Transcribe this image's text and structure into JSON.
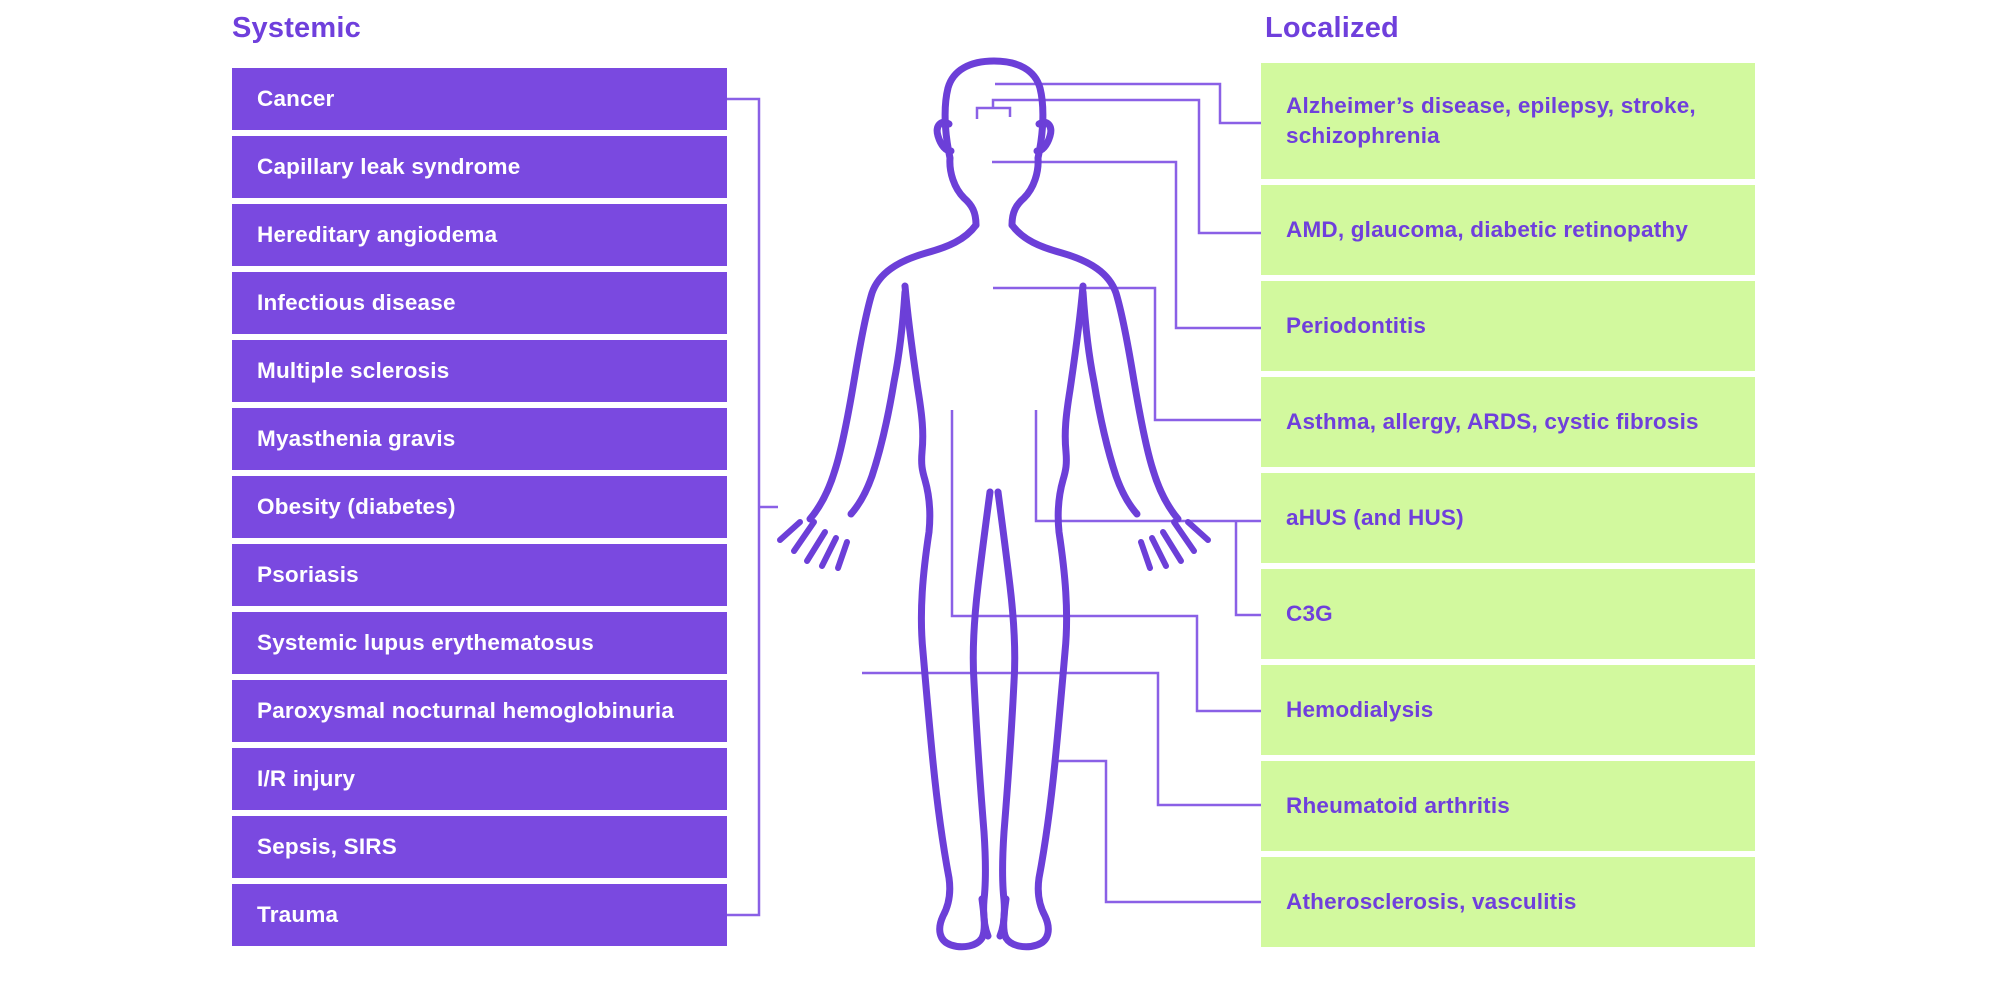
{
  "systemic": {
    "title": "Systemic",
    "items": [
      "Cancer",
      "Capillary leak syndrome",
      "Hereditary angiodema",
      "Infectious disease",
      "Multiple sclerosis",
      "Myasthenia gravis",
      "Obesity (diabetes)",
      "Psoriasis",
      "Systemic lupus erythematosus",
      "Paroxysmal nocturnal hemoglobinuria",
      "I/R injury",
      "Sepsis, SIRS",
      "Trauma"
    ]
  },
  "localized": {
    "title": "Localized",
    "items": [
      "Alzheimer’s disease, epilepsy, stroke, schizophrenia",
      "AMD, glaucoma, diabetic retinopathy",
      "Periodontitis",
      "Asthma, allergy, ARDS, cystic fibrosis",
      "aHUS (and HUS)",
      "C3G",
      "Hemodialysis",
      "Rheumatoid arthritis",
      "Atherosclerosis, vasculitis"
    ]
  },
  "figure": {
    "icon": "human-body-outline",
    "connected_regions": [
      "brain",
      "eyes",
      "mouth",
      "lungs",
      "kidneys",
      "pelvis",
      "hand",
      "knee",
      "leg-vessels"
    ]
  },
  "colors": {
    "systemic_box": "#7a49e0",
    "systemic_text": "#ffffff",
    "localized_box": "#d2f99e",
    "localized_text": "#6f3fdc",
    "header_text": "#6f3fdc",
    "body_outline": "#6c3fd8",
    "connector_line": "#8a60e6",
    "background": "#ffffff"
  }
}
